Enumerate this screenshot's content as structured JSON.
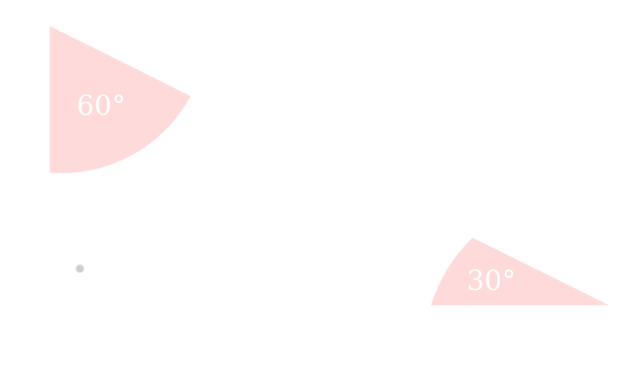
{
  "diagram": {
    "colors": {
      "background": "#ffffff",
      "sector_fill": "#ffdada",
      "label_color": "#ffffff",
      "dot_color": "#cfcfcf"
    },
    "angles": [
      {
        "label": "60°",
        "degrees": 60
      },
      {
        "label": "30°",
        "degrees": 30
      }
    ]
  }
}
